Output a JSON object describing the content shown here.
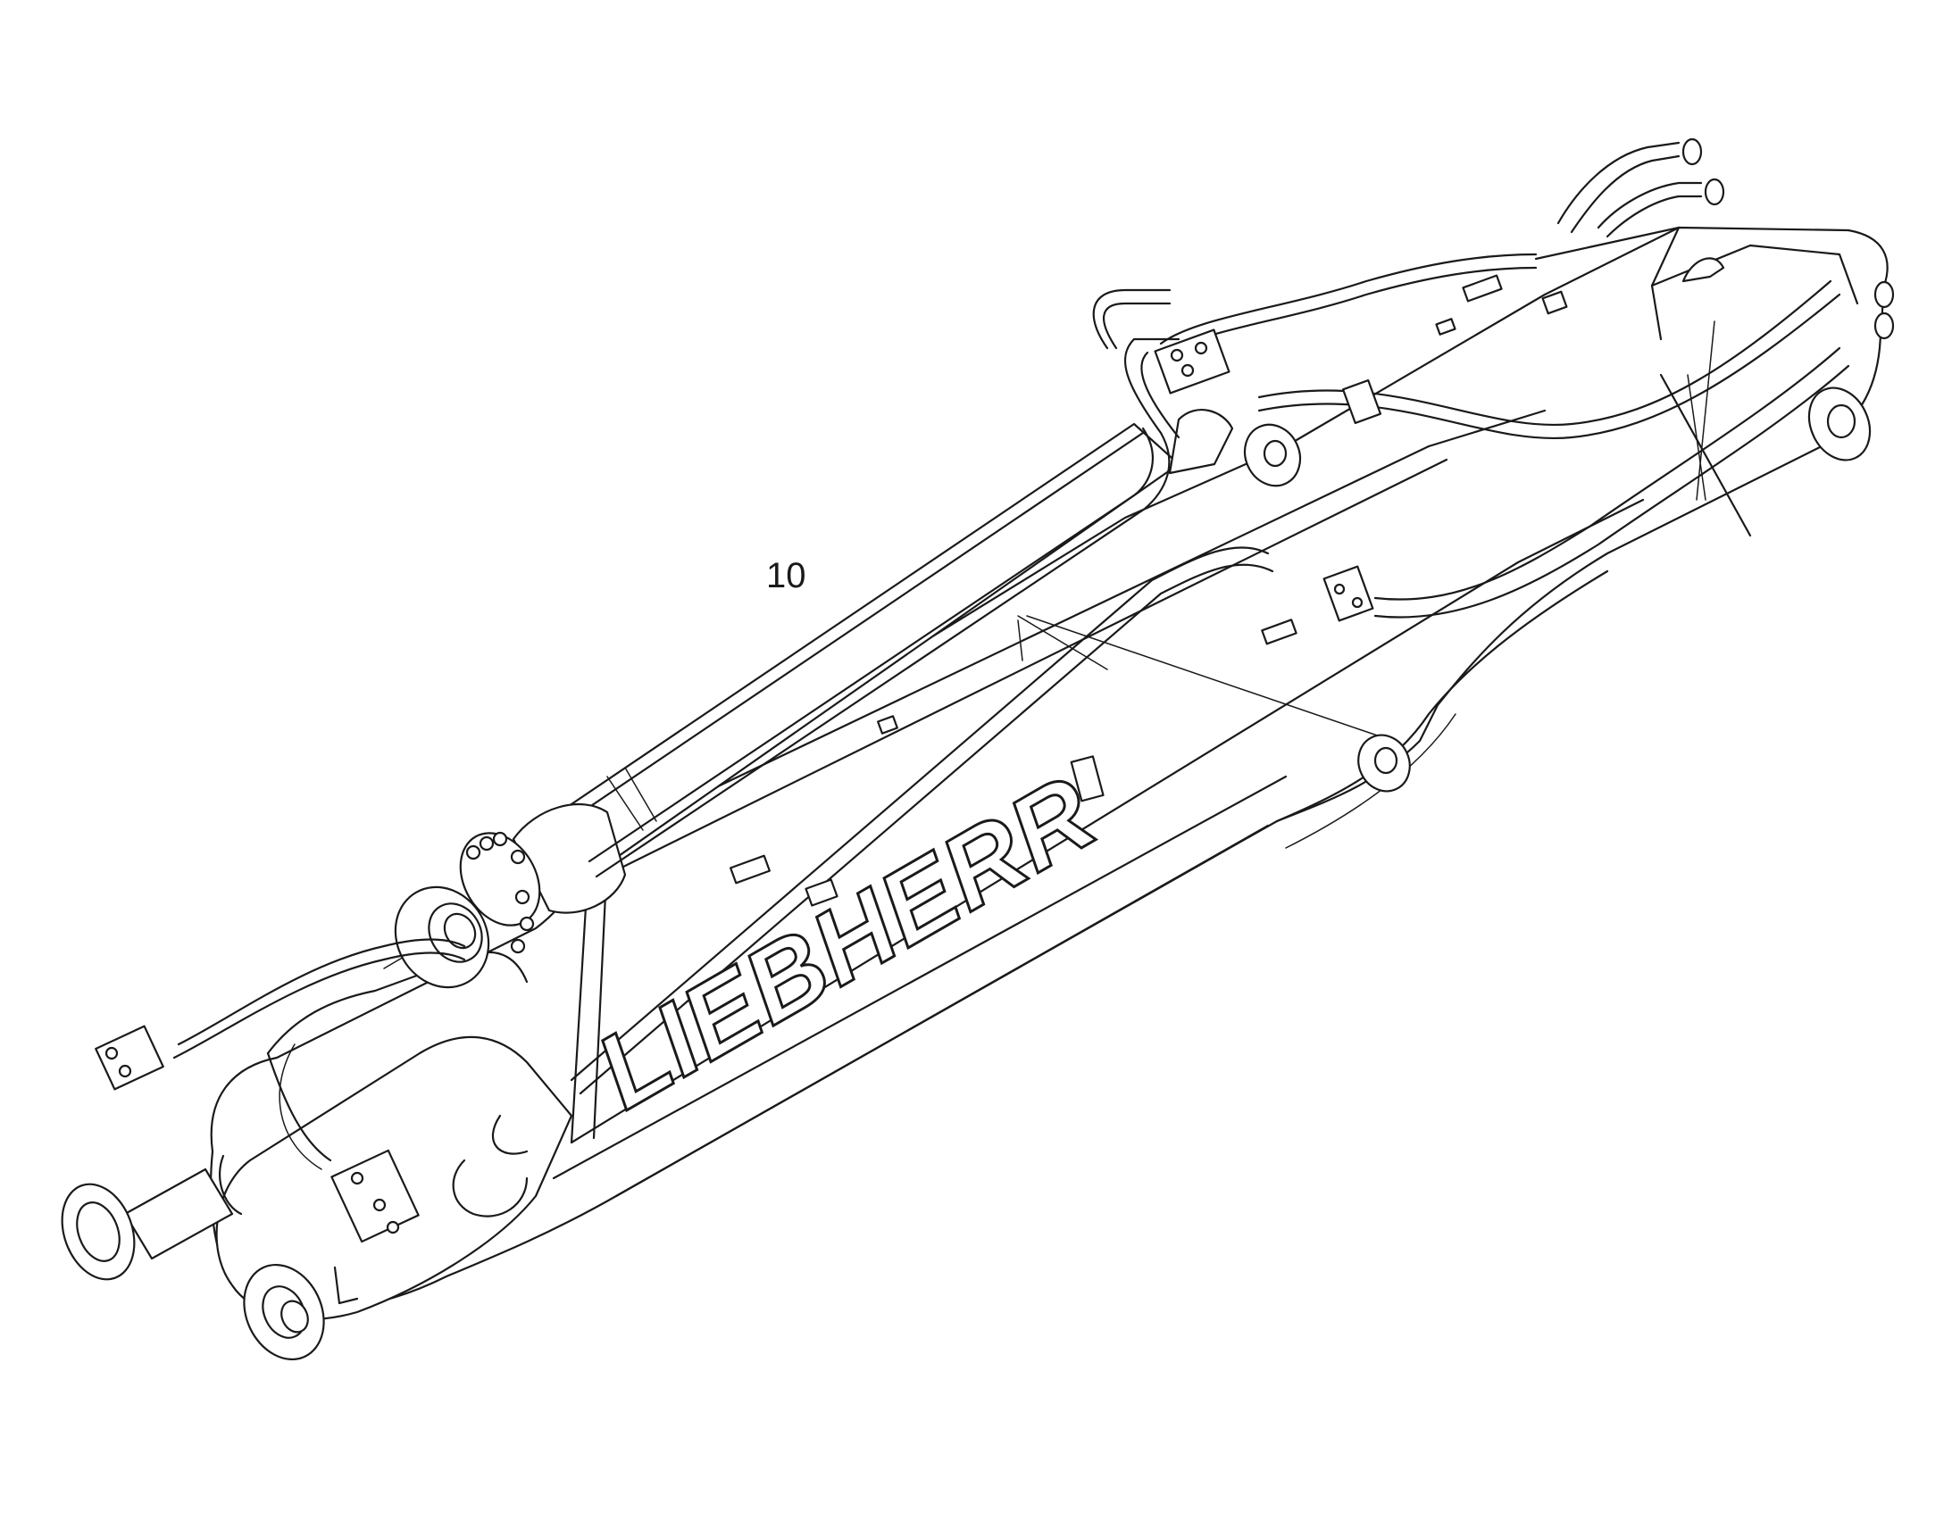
{
  "diagram": {
    "callouts": [
      {
        "id": "part-10",
        "label": "10"
      }
    ],
    "brand_mark": "LIEBHERR"
  }
}
